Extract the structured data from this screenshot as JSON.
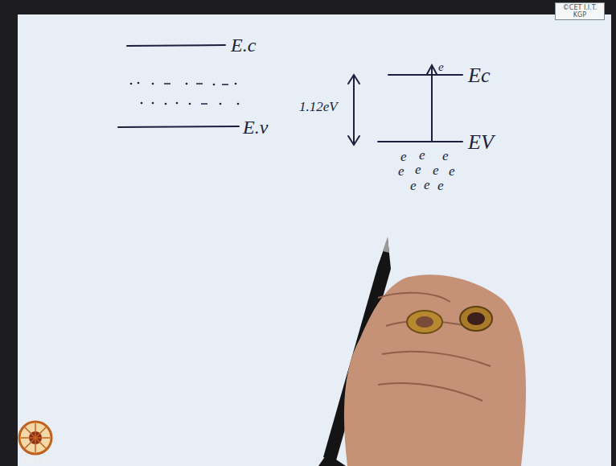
{
  "diagram": {
    "nodes": [
      {
        "text": [
          "©CET I.I.T. KGP"
        ]
      }
    ],
    "labels": [
      "E.c",
      "E.v",
      "1.12eV",
      "Ec",
      "EV",
      "e",
      "e",
      "e",
      "e",
      "e",
      "e",
      "e",
      "e",
      "e",
      "e",
      "e",
      "NPTEL"
    ]
  }
}
